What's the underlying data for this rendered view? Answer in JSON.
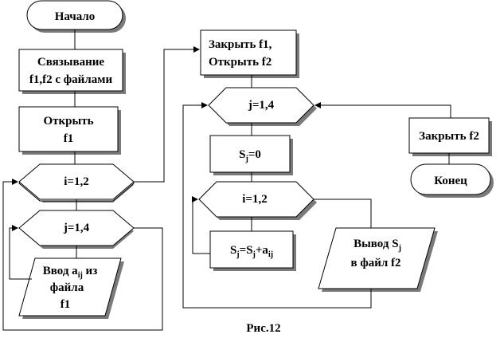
{
  "colors": {
    "line": "#000000",
    "shadow": "#7a7a7a",
    "background": "#ffffff"
  },
  "nodes": {
    "start": {
      "label": "Начало"
    },
    "bind_files": {
      "line1": "Связывание",
      "line2": "f1,f2 с файлами"
    },
    "open_f1": {
      "line1": "Открыть",
      "line2": "f1"
    },
    "loop_i1": {
      "label": "i=1,2"
    },
    "loop_j1": {
      "label": "j=1,4"
    },
    "input_a": {
      "line1_prefix": "Ввод a",
      "line1_sub": "ij",
      "line1_suffix": " из",
      "line2": "файла",
      "line3": "f1"
    },
    "close_f1_open_f2": {
      "line1": "Закрыть f1,",
      "line2": "Открыть f2"
    },
    "loop_j2": {
      "label": "j=1,4"
    },
    "init_s": {
      "prefix": "S",
      "sub": "j",
      "suffix": "=0"
    },
    "loop_i2": {
      "label": "i=1,2"
    },
    "accumulate": {
      "s1": "S",
      "s1_sub": "j",
      "eq": "=S",
      "s2_sub": "j",
      "plus": "+a",
      "a_sub": "ij"
    },
    "output_s": {
      "line1_prefix": "Вывод S",
      "line1_sub": "j",
      "line2": "в файл   f2"
    },
    "close_f2": {
      "label": "Закрыть f2"
    },
    "end": {
      "label": "Конец"
    }
  },
  "caption": "Рис.12"
}
